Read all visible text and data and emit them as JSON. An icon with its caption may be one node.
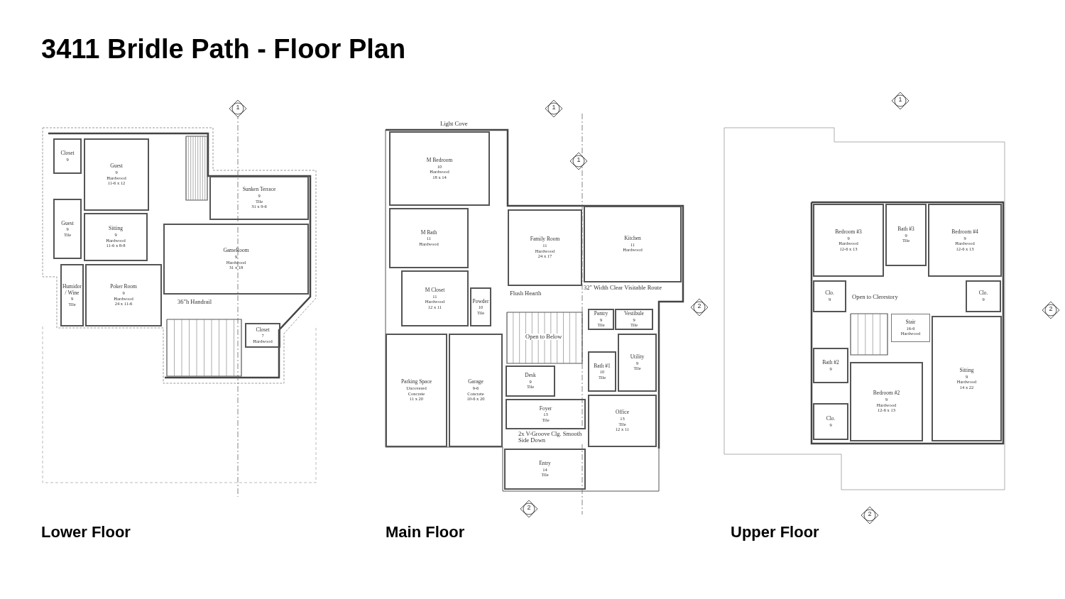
{
  "diagram": {
    "title": "3411 Bridle Path - Floor Plan",
    "nodes": [
      {
        "text": [
          "Closet",
          "9"
        ]
      },
      {
        "text": [
          "Guest",
          "9",
          "Hardwood",
          "11-6 x 12"
        ]
      },
      {
        "text": [
          "Guest",
          "9",
          "Tile"
        ]
      },
      {
        "text": [
          "Sitting",
          "9",
          "Hardwood",
          "11-6 x 8-8"
        ]
      },
      {
        "text": [
          "Sunken Terrace",
          "9",
          "Tile",
          "31 x 9-6"
        ]
      },
      {
        "text": [
          "GameRoom",
          "9",
          "Hardwood",
          "31 x 18"
        ]
      },
      {
        "text": [
          "Humidor / Wine",
          "9",
          "Tile"
        ]
      },
      {
        "text": [
          "Poker Room",
          "9",
          "Hardwood",
          "24 x 11-6"
        ]
      },
      {
        "text": [
          "Closet",
          "7",
          "Hardwood"
        ]
      },
      {
        "text": [
          "M Bedroom",
          "10",
          "Hardwood",
          "18 x 14"
        ]
      },
      {
        "text": [
          "M Bath",
          "11",
          "Hardwood"
        ]
      },
      {
        "text": [
          "M Closet",
          "11",
          "Hardwood",
          "12 x 11"
        ]
      },
      {
        "text": [
          "Powder",
          "10",
          "Tile"
        ]
      },
      {
        "text": [
          "Family Room",
          "11",
          "Hardwood",
          "24 x 17"
        ]
      },
      {
        "text": [
          "Kitchen",
          "11",
          "Hardwood"
        ]
      },
      {
        "text": [
          "Pantry",
          "9",
          "Tile"
        ]
      },
      {
        "text": [
          "Vestibule",
          "9",
          "Tile"
        ]
      },
      {
        "text": [
          "Utility",
          "9",
          "Tile"
        ]
      },
      {
        "text": [
          "Parking Space",
          "Uncovered",
          "Concrete",
          "11 x 20"
        ]
      },
      {
        "text": [
          "Garage",
          "9-6",
          "Concrete",
          "10-6 x 20"
        ]
      },
      {
        "text": [
          "Desk",
          "9",
          "Tile"
        ]
      },
      {
        "text": [
          "Foyer",
          "13",
          "Tile"
        ]
      },
      {
        "text": [
          "Bath #1",
          "10",
          "Tile"
        ]
      },
      {
        "text": [
          "Office",
          "13",
          "Tile",
          "12 x 11"
        ]
      },
      {
        "text": [
          "Entry",
          "14",
          "Tile"
        ]
      },
      {
        "text": [
          "Bedroom #3",
          "9",
          "Hardwood",
          "12-6 x 13"
        ]
      },
      {
        "text": [
          "Bath #3",
          "9",
          "Tile"
        ]
      },
      {
        "text": [
          "Bedroom #4",
          "9",
          "Hardwood",
          "12-6 x 13"
        ]
      },
      {
        "text": [
          "Clo.",
          "9"
        ]
      },
      {
        "text": [
          "Clo.",
          "9"
        ]
      },
      {
        "text": [
          "Stair",
          "16-6",
          "Hardwood"
        ]
      },
      {
        "text": [
          "Bath #2",
          "9"
        ]
      },
      {
        "text": [
          "Clo.",
          "9"
        ]
      },
      {
        "text": [
          "Bedroom #2",
          "9",
          "Hardwood",
          "12-6 x 13"
        ]
      },
      {
        "text": [
          "Sitting",
          "9",
          "Hardwood",
          "14 x 22"
        ]
      }
    ],
    "labels": [
      "1",
      "1",
      "1",
      "Light Cove",
      "1",
      "36\"h Handrail",
      "Flush Hearth",
      "32\" Width Clear Visitable Route",
      "Open to Clerestory",
      "2",
      "2",
      "Open to Below",
      "2x V-Groove Clg. Smooth Side Down",
      "2",
      "2",
      "Lower Floor",
      "Main Floor",
      "Upper Floor"
    ]
  }
}
